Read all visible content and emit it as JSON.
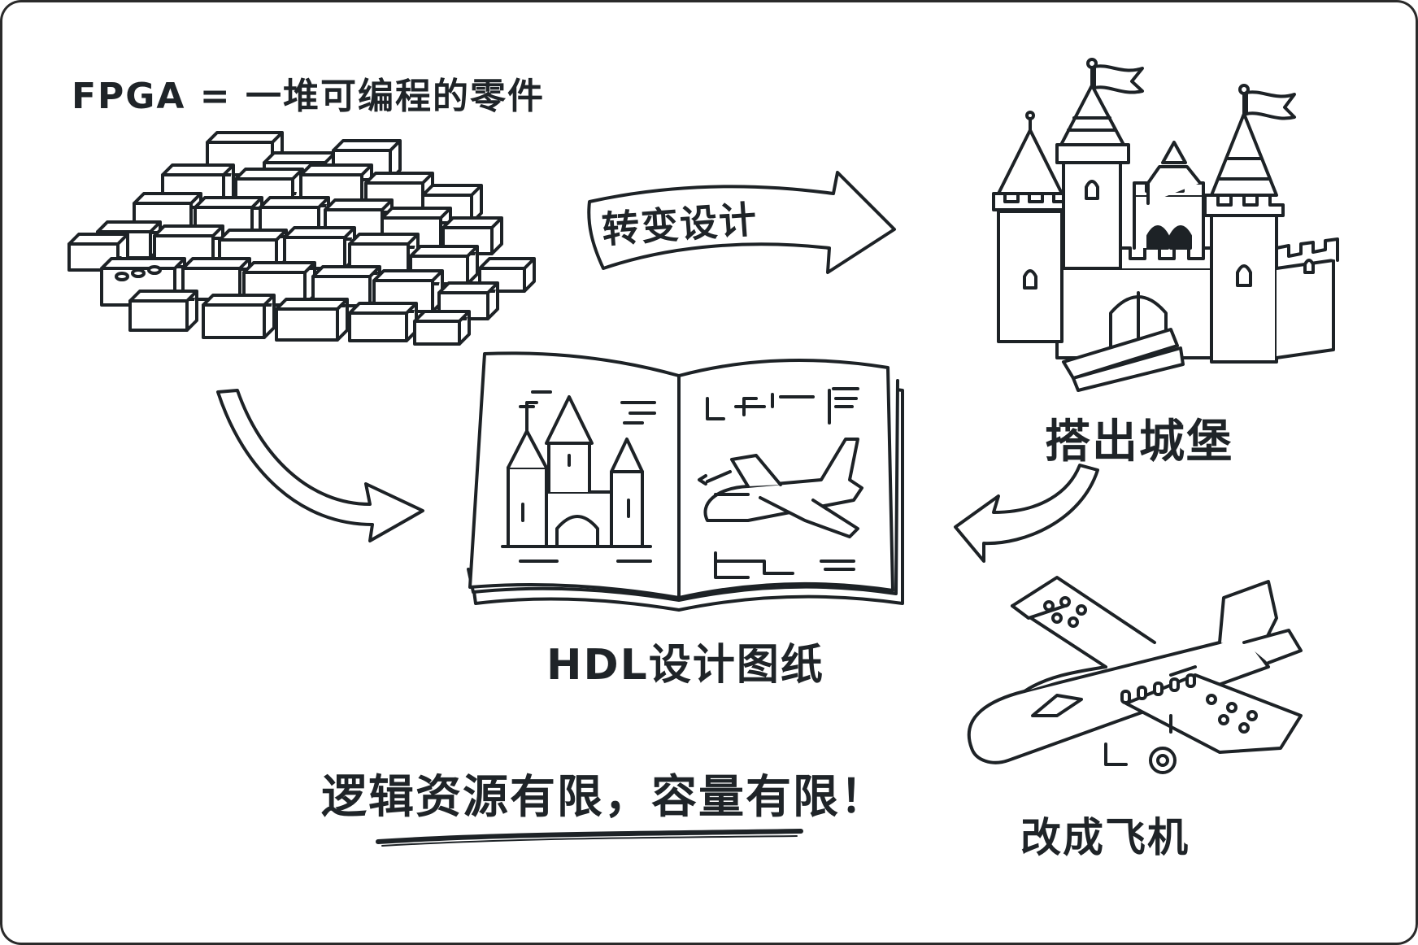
{
  "title": "FPGA = 一堆可编程的零件",
  "arrow_text": "转变设计",
  "castle_label": "搭出城堡",
  "book_label": "HDL设计图纸",
  "plane_label": "改成飞机",
  "tagline": "逻辑资源有限，容量有限！",
  "icons": [
    "brick-pile-icon",
    "castle-icon",
    "blueprint-book-icon",
    "airplane-icon",
    "arrow-icon"
  ]
}
